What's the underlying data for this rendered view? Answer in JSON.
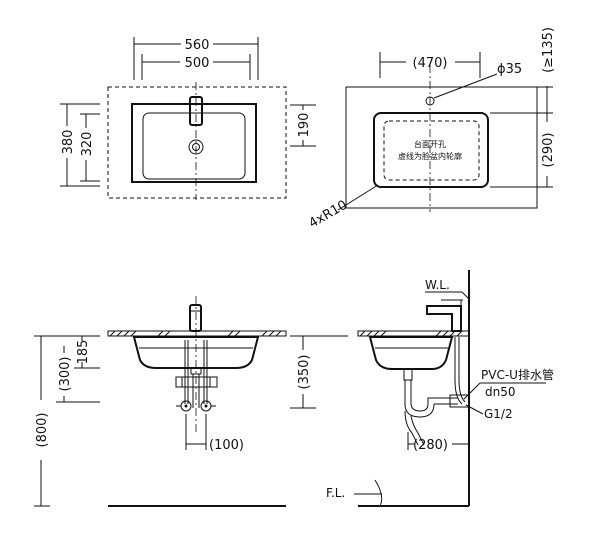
{
  "dimensions": {
    "top_view": {
      "outer_width": "560",
      "inner_width": "500",
      "outer_depth": "380",
      "inner_depth": "320",
      "tap_to_drain": "190"
    },
    "cutout_view": {
      "cut_width": "(470)",
      "tap_hole": "ϕ35",
      "edge_gap": "(≥135)",
      "cut_depth": "(290)",
      "corner_radius": "4xR10",
      "note_line1": "台面开孔",
      "note_line2": "虚线为脸盆内轮廓"
    },
    "front_view": {
      "total_height": "(800)",
      "inlet_height": "(300)",
      "basin_depth": "185",
      "inlet_spacing": "(100)"
    },
    "side_view": {
      "water_level": "W.L.",
      "floor_level": "F.L.",
      "drain_height": "(350)",
      "drain_pipe_line1": "PVC-U排水管",
      "drain_pipe_line2": "dn50",
      "thread_size": "G1/2",
      "wall_offset": "(280)"
    }
  }
}
